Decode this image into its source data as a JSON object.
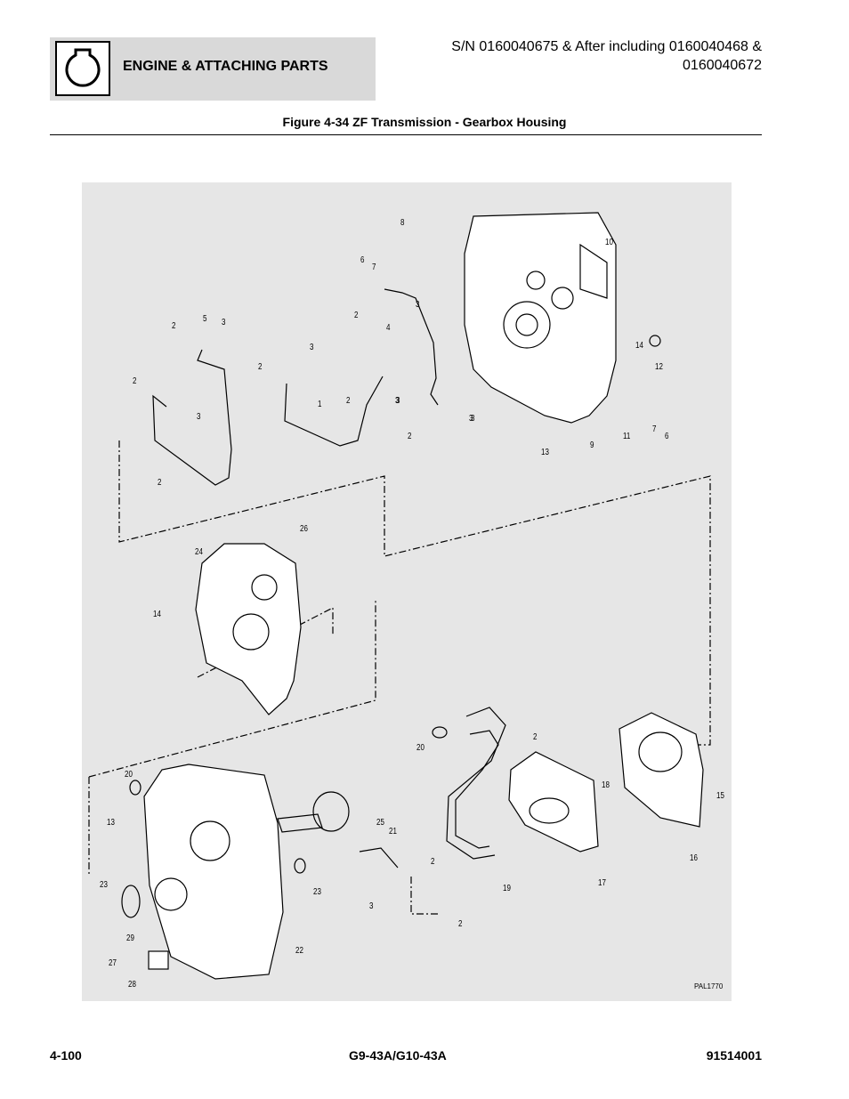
{
  "header": {
    "section_title": "ENGINE & ATTACHING PARTS",
    "serial_line": "S/N 0160040675 & After including 0160040468 &\n0160040672",
    "figure_caption": "Figure 4-34 ZF Transmission - Gearbox Housing"
  },
  "diagram": {
    "callouts": [
      "8",
      "10",
      "6",
      "7",
      "3",
      "2",
      "4",
      "5",
      "3",
      "2",
      "3",
      "14",
      "12",
      "3",
      "2",
      "3",
      "1",
      "2",
      "3",
      "2",
      "3",
      "2",
      "3",
      "7",
      "6",
      "11",
      "9",
      "13",
      "2",
      "26",
      "24",
      "14",
      "20",
      "2",
      "18",
      "20",
      "15",
      "13",
      "25",
      "21",
      "2",
      "23",
      "16",
      "19",
      "17",
      "23",
      "3",
      "2",
      "29",
      "22",
      "27",
      "28"
    ],
    "drawing_id": "PAL1770"
  },
  "footer": {
    "page_number": "4-100",
    "model": "G9-43A/G10-43A",
    "part_number": "91514001"
  }
}
